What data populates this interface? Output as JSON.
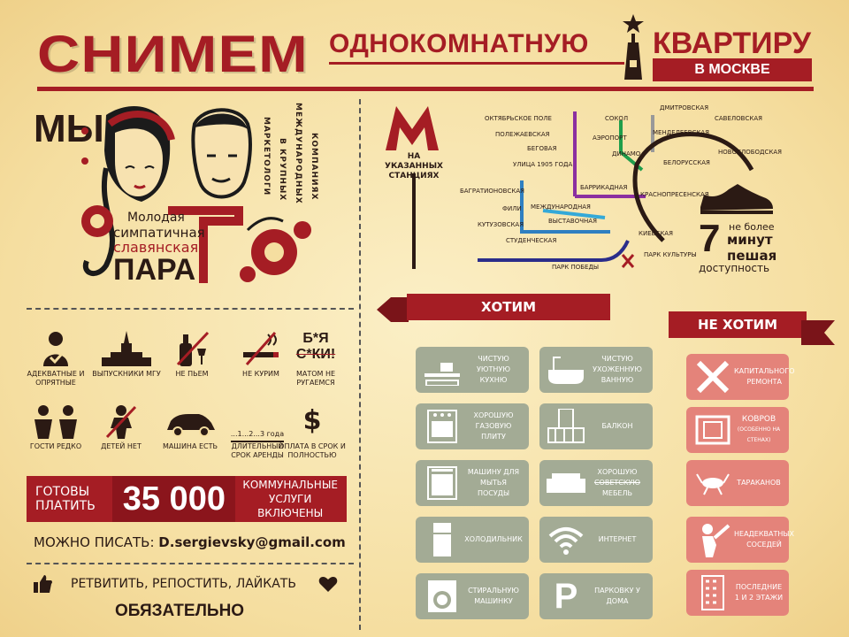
{
  "header": {
    "word1": "СНИМЕМ",
    "word2": "ОДНОКОМНАТНУЮ",
    "word3": "КВАРТИРУ",
    "city": "В МОСКВЕ"
  },
  "couple": {
    "we": "МЫ",
    "vertical_1": "маркетологи",
    "vertical_2": "в крупных",
    "vertical_3": "международных",
    "vertical_4": "компаниях",
    "line1": "Молодая",
    "line2": "симпатичная",
    "line3": "славянская",
    "line4": "ПАРА"
  },
  "traits": [
    {
      "icon": "person-check-icon",
      "label": "Адекватные и опрятные"
    },
    {
      "icon": "university-icon",
      "label": "Выпускники МГУ"
    },
    {
      "icon": "no-alcohol-icon",
      "label": "Не пьем"
    },
    {
      "icon": "no-smoking-icon",
      "label": "Не курим"
    },
    {
      "icon": "no-swearing-icon",
      "label": "Матом не ругаемся",
      "glyph1": "Б*Я",
      "glyph2": "С*КИ!"
    },
    {
      "icon": "guests-icon",
      "label": "Гости редко"
    },
    {
      "icon": "no-kids-icon",
      "label": "Детей нет"
    },
    {
      "icon": "car-icon",
      "label": "Машина есть"
    },
    {
      "icon": "timeline-icon",
      "label": "Длительный срок аренды",
      "glyph": "...1...2...3 года"
    },
    {
      "icon": "dollar-icon",
      "label": "Оплата в срок и полностью",
      "glyph": "$"
    }
  ],
  "price": {
    "left": "ГОТОВЫ ПЛАТИТЬ",
    "amount": "35 000",
    "right": "КОММУНАЛЬНЫЕ УСЛУГИ ВКЛЮЧЕНЫ"
  },
  "contact": {
    "label": "МОЖНО ПИСАТЬ:",
    "email": "D.sergievsky@gmail.com"
  },
  "share": {
    "text": "РЕТВИТИТЬ, РЕПОСТИТЬ, ЛАЙКАТЬ",
    "must": "ОБЯЗАТЕЛЬНО"
  },
  "metro": {
    "logo_caption": "НА УКАЗАННЫХ СТАНЦИЯХ",
    "stations": [
      "ОКТЯБРЬСКОЕ ПОЛЕ",
      "ПОЛЕЖАЕВСКАЯ",
      "БЕГОВАЯ",
      "УЛИЦА 1905 ГОДА",
      "СОКОЛ",
      "АЭРОПОРТ",
      "ДИНАМО",
      "ДМИТРОВСКАЯ",
      "САВЕЛОВСКАЯ",
      "МЕНДЕЛЕЕВСКАЯ",
      "НОВОСЛОБОДСКАЯ",
      "БЕЛОРУССКАЯ",
      "БАРРИКАДНАЯ",
      "КРАСНОПРЕСЕНСКАЯ",
      "БАГРАТИОНОВСКАЯ",
      "ФИЛИ",
      "МЕЖДУНАРОДНАЯ",
      "КУТУЗОВСКАЯ",
      "ВЫСТАВОЧНАЯ",
      "СТУДЕНЧЕСКАЯ",
      "КИЕВСКАЯ",
      "ПАРК ПОБЕДЫ",
      "ПАРК КУЛЬТУРЫ"
    ],
    "walk_num": "7",
    "walk_1": "не более",
    "walk_2": "минут",
    "walk_3": "пешая",
    "walk_4": "доступность"
  },
  "want": {
    "title": "ХОТИМ",
    "items": [
      {
        "icon": "kitchen-icon",
        "text": "Чистую уютную кухню"
      },
      {
        "icon": "bathtub-icon",
        "text": "Чистую ухоженную ванную"
      },
      {
        "icon": "stove-icon",
        "text": "Хорошую газовую плиту"
      },
      {
        "icon": "balcony-icon",
        "text": "Балкон"
      },
      {
        "icon": "dishwasher-icon",
        "text": "Машину для мытья посуды"
      },
      {
        "icon": "sofa-icon",
        "text_a": "Хорошую",
        "text_b": "советскую",
        "text_c": "мебель"
      },
      {
        "icon": "fridge-icon",
        "text": "Холодильник"
      },
      {
        "icon": "wifi-icon",
        "text": "Интернет"
      },
      {
        "icon": "washer-icon",
        "text": "Стиральную машинку"
      },
      {
        "icon": "parking-icon",
        "text": "Парковку у дома",
        "glyph": "P"
      }
    ]
  },
  "dont_want": {
    "title": "НЕ ХОТИМ",
    "items": [
      {
        "icon": "tools-icon",
        "text": "Капитального ремонта"
      },
      {
        "icon": "carpet-icon",
        "text": "Ковров",
        "sub": "(особенно на стенах)"
      },
      {
        "icon": "cockroach-icon",
        "text": "Тараканов"
      },
      {
        "icon": "angry-neighbor-icon",
        "text": "Неадекватных соседей"
      },
      {
        "icon": "building-icon",
        "text": "Последние 1 и 2 этажи"
      }
    ]
  },
  "colors": {
    "accent": "#a51d24",
    "green_card": "#a3ab95",
    "red_card": "#e4837a"
  }
}
